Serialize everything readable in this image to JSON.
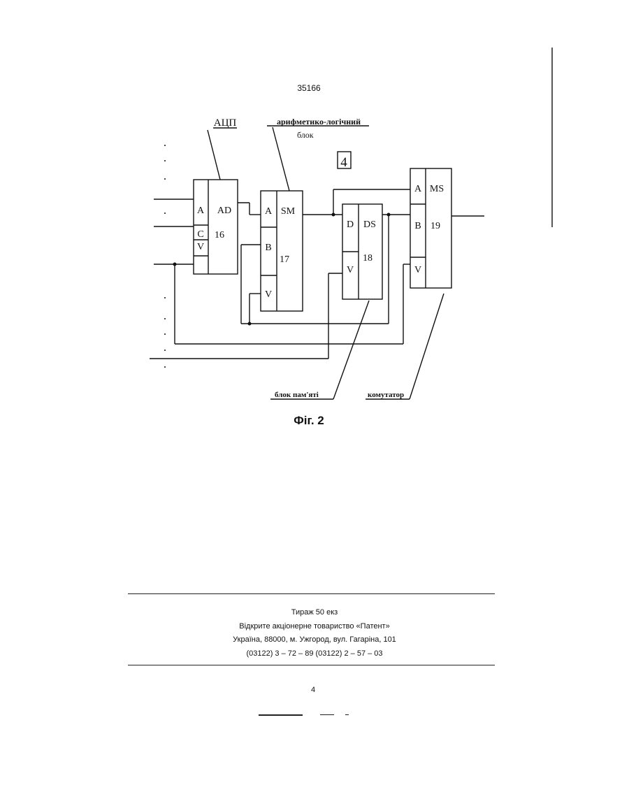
{
  "header": {
    "doc_number": "35166"
  },
  "figure": {
    "caption": "Фіг. 2",
    "box_number": "4",
    "labels": {
      "adc": "АЦП",
      "alu_line1": "арифметико-логічний",
      "alu_line2": "блок",
      "memory": "блок пам'яті",
      "switch": "комутатор"
    },
    "blocks": [
      {
        "id": "ad",
        "name": "AD",
        "number": "16",
        "ports": [
          "A",
          "C",
          "V"
        ]
      },
      {
        "id": "sm",
        "name": "SM",
        "number": "17",
        "ports": [
          "A",
          "B",
          "V"
        ]
      },
      {
        "id": "ds",
        "name": "DS",
        "number": "18",
        "ports": [
          "D",
          "V"
        ]
      },
      {
        "id": "ms",
        "name": "MS",
        "number": "19",
        "ports": [
          "A",
          "B",
          "V"
        ]
      }
    ]
  },
  "imprint": {
    "circulation": "Тираж 50 екз",
    "company": "Відкрите акціонерне товариство «Патент»",
    "address": "Україна, 88000, м. Ужгород, вул. Гагаріна, 101",
    "phones": "(03122) 3 – 72 – 89   (03122) 2 – 57 – 03"
  },
  "footer": {
    "page_number": "4"
  }
}
